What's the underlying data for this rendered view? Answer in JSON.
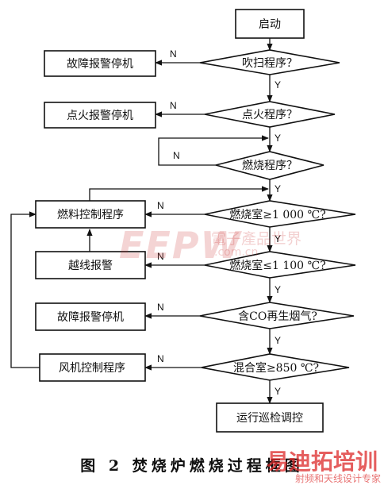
{
  "nodes": {
    "start": "启动",
    "purge": "吹扫程序？",
    "fault_alarm_1": "故障报警停机",
    "ignition": "点火程序？",
    "ignition_alarm": "点火报警停机",
    "burn": "燃烧程序？",
    "fuel_control": "燃料控制程序",
    "temp_low_check": "燃烧室≥1 000 ℃?",
    "overlimit_alarm": "越线报警",
    "temp_high_check": "燃烧室≤1 100 ℃?",
    "fault_alarm_2": "故障报警停机",
    "co_check": "含CO再生烟气?",
    "fan_control": "风机控制程序",
    "mix_check": "混合室≥850 ℃?",
    "run": "运行巡检调控"
  },
  "labels": {
    "yes": "Y",
    "no": "N"
  },
  "caption": "图 2   焚烧炉燃烧过程框图",
  "watermarks": {
    "eepw": "EEPW",
    "eepw_cn": "電子產品世界",
    "eepw_com": ".com.cn",
    "logo": "易迪拓培训",
    "logo_sub": "射频和天线设计专家"
  }
}
